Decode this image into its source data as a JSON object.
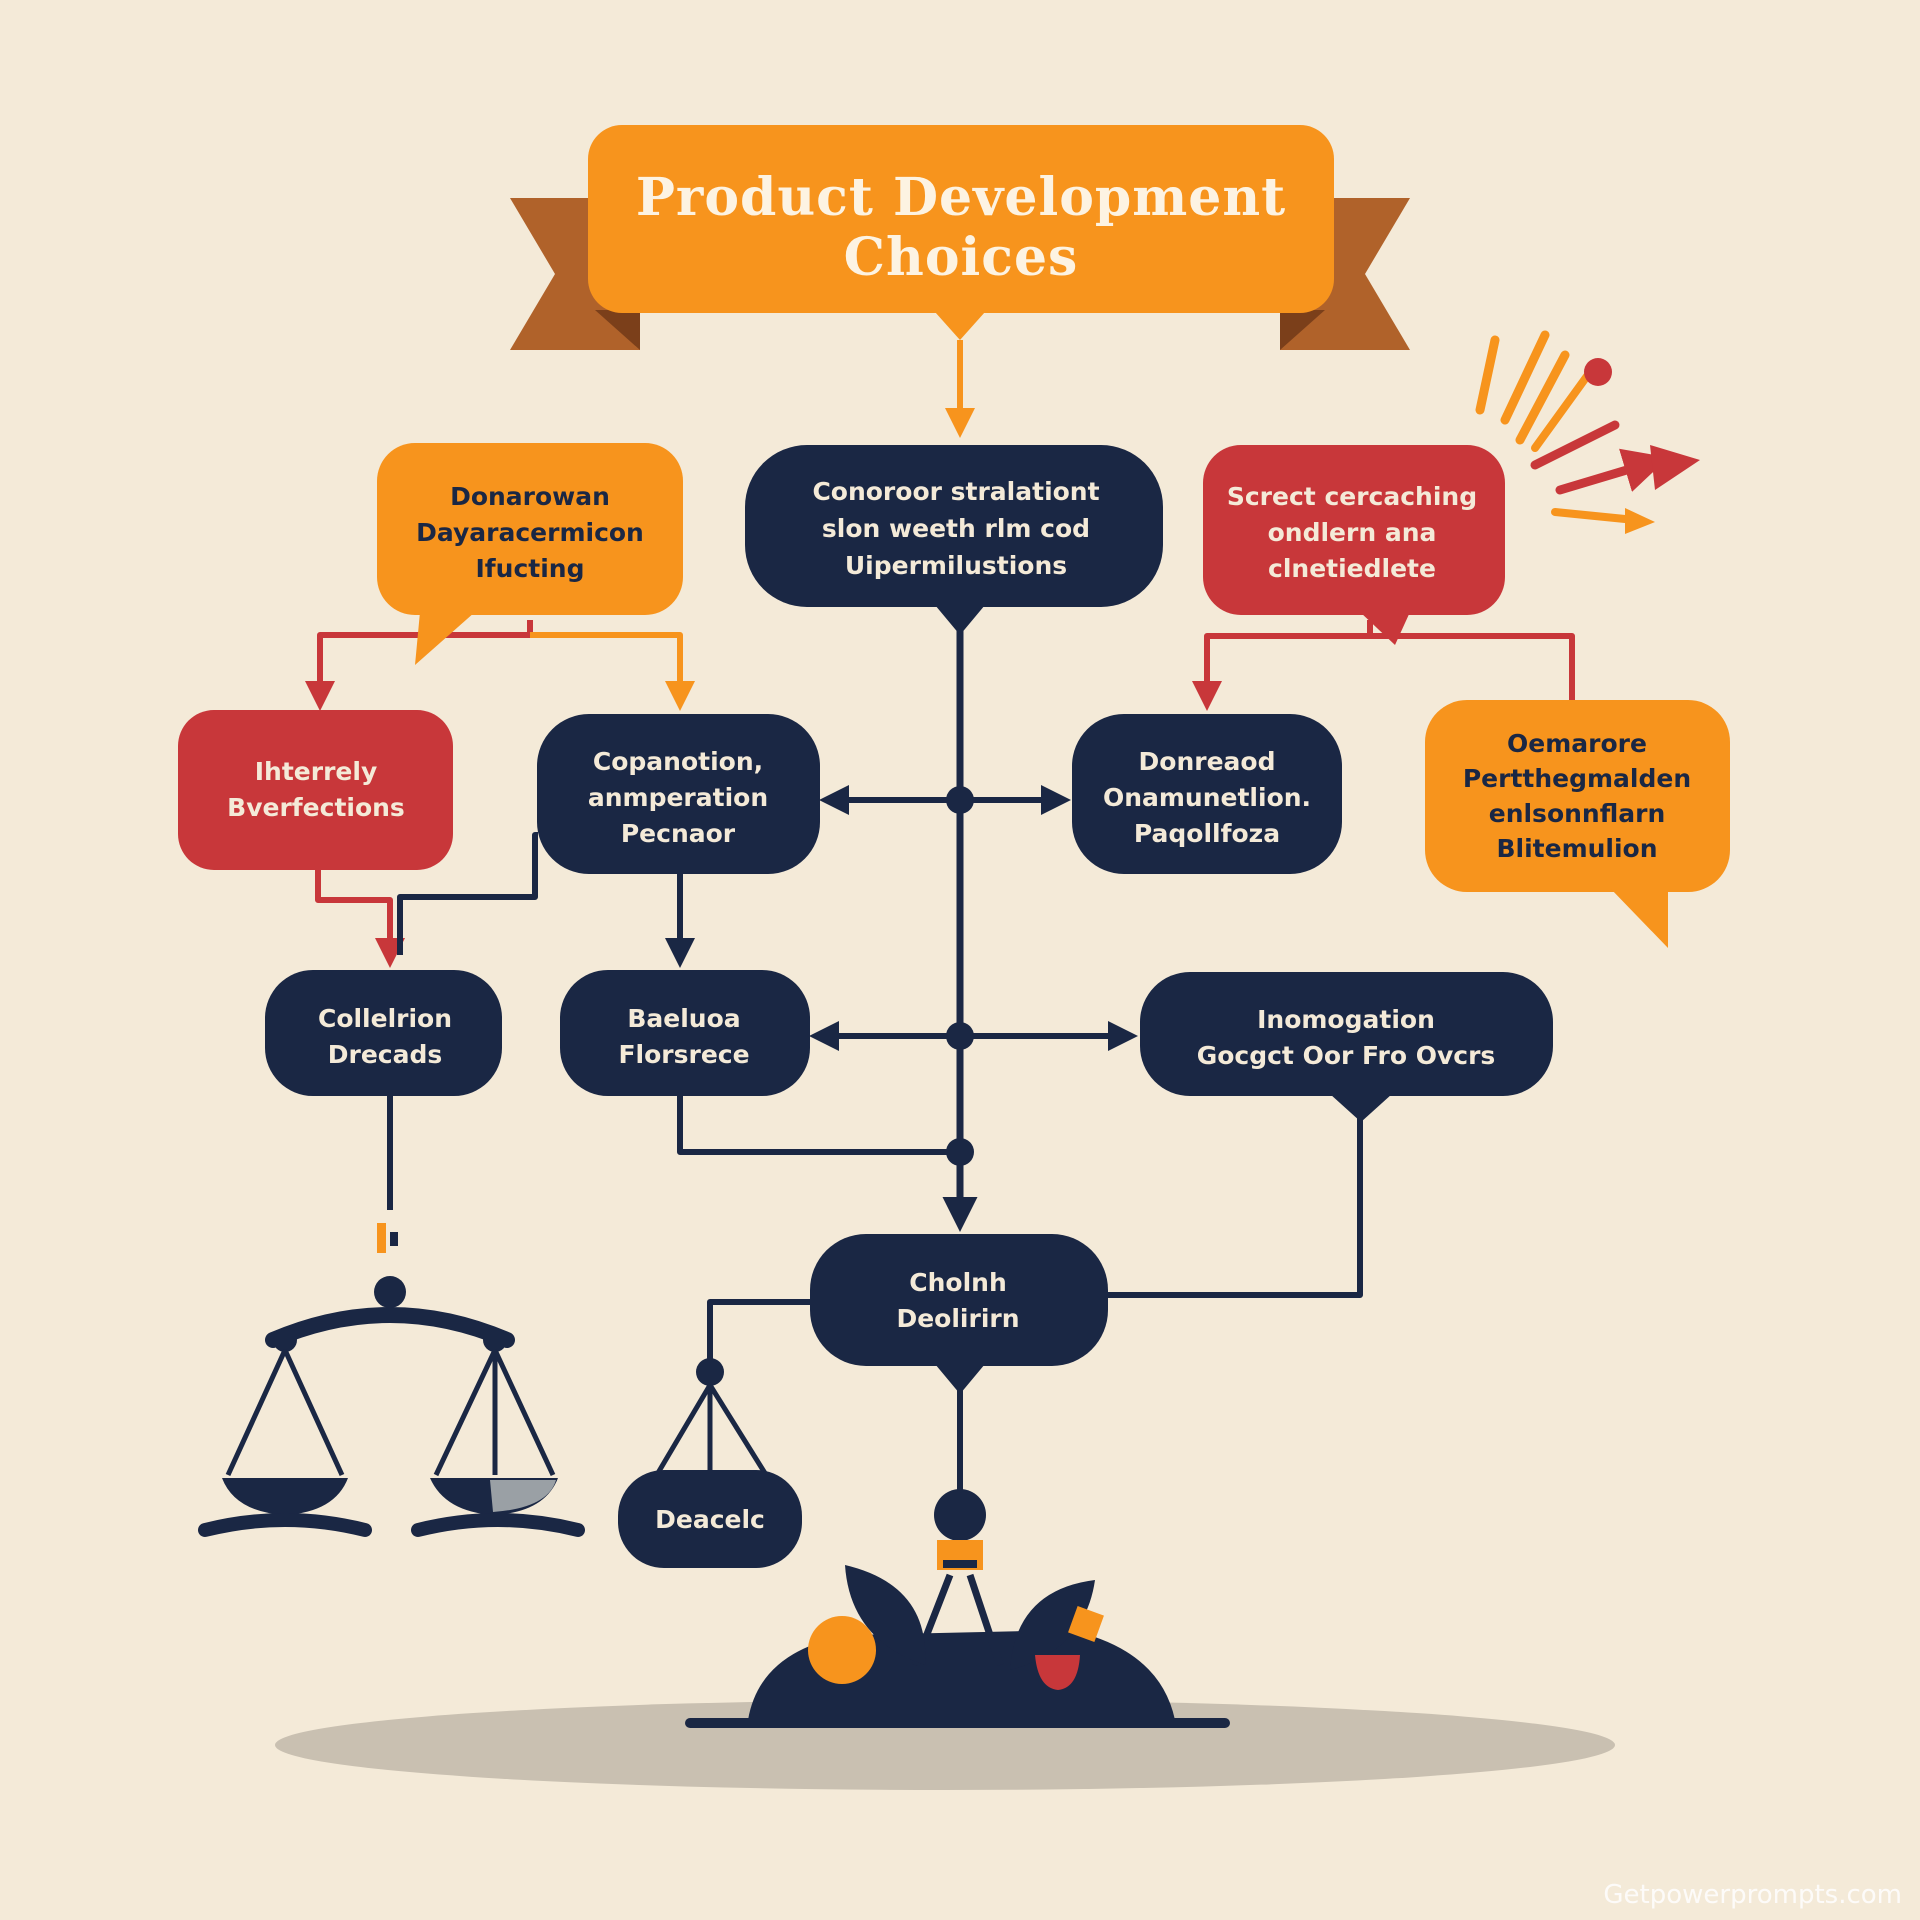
{
  "title": {
    "line1": "Product Development",
    "line2": "Choices"
  },
  "nodes": {
    "top_center": [
      "Conoroor stralationt",
      "slon weeth rlm cod",
      "Uipermilustions"
    ],
    "top_left": [
      "Donarowan",
      "Dayaracermicon",
      "Ifucting"
    ],
    "top_right": [
      "Screct cercaching",
      "ondlern ana",
      "clnetiedlete"
    ],
    "mid_left_red": [
      "Ihterrely",
      "Bverfections"
    ],
    "mid_center_left": [
      "Copanotion,",
      "anmperation",
      "Pecnaor"
    ],
    "mid_center_right": [
      "Donreaod",
      "Onamunetlion.",
      "Paqollfoza"
    ],
    "mid_right_orange": [
      "Oemarore",
      "Pertthegmalden",
      "enlsonnflarn",
      "Blitemulion"
    ],
    "low_left": [
      "Collelrion",
      "Drecads"
    ],
    "low_center": [
      "Baeluoa",
      "Florsrece"
    ],
    "low_right": [
      "Inomogation",
      "Gocgct Oor Fro Ovcrs"
    ],
    "decision": [
      "Cholnh",
      "Deolirirn"
    ],
    "small_pill": [
      "Deacelc"
    ]
  },
  "colors": {
    "navy": "#1a2744",
    "orange": "#f7941d",
    "red": "#c8373a",
    "brown": "#b0622a",
    "background": "#f4ead8"
  },
  "icons": [
    "balance-scale-icon",
    "small-scale-icon",
    "leaf-plant-icon",
    "burst-arrows-icon"
  ],
  "watermark": "Getpowerprompts.com"
}
